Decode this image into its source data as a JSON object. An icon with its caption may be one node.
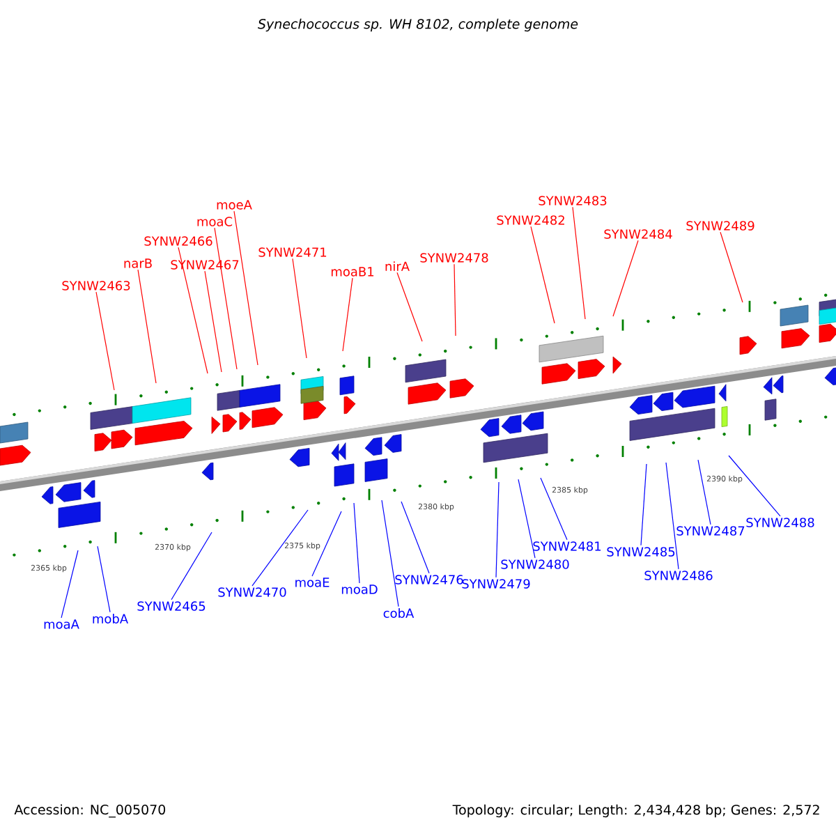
{
  "diagram": {
    "title": "Synechococcus sp. WH 8102, complete genome",
    "nodes": [
      {
        "text": [
          "SYNW2463"
        ]
      },
      {
        "text": [
          "narB"
        ]
      },
      {
        "text": [
          "SYNW2466"
        ]
      },
      {
        "text": [
          "SYNW2467"
        ]
      },
      {
        "text": [
          "moaC"
        ]
      },
      {
        "text": [
          "moeA"
        ]
      },
      {
        "text": [
          "SYNW2471"
        ]
      },
      {
        "text": [
          "moaB1"
        ]
      },
      {
        "text": [
          "nirA"
        ]
      },
      {
        "text": [
          "SYNW2478"
        ]
      },
      {
        "text": [
          "SYNW2482"
        ]
      },
      {
        "text": [
          "SYNW2483"
        ]
      },
      {
        "text": [
          "SYNW2484"
        ]
      },
      {
        "text": [
          "SYNW2489"
        ]
      },
      {
        "text": [
          "moaA"
        ]
      },
      {
        "text": [
          "mobA"
        ]
      },
      {
        "text": [
          "SYNW2465"
        ]
      },
      {
        "text": [
          "SYNW2470"
        ]
      },
      {
        "text": [
          "moaE"
        ]
      },
      {
        "text": [
          "moaD"
        ]
      },
      {
        "text": [
          "cobA"
        ]
      },
      {
        "text": [
          "SYNW2476"
        ]
      },
      {
        "text": [
          "SYNW2479"
        ]
      },
      {
        "text": [
          "SYNW2480"
        ]
      },
      {
        "text": [
          "SYNW2481"
        ]
      },
      {
        "text": [
          "SYNW2485"
        ]
      },
      {
        "text": [
          "SYNW2486"
        ]
      },
      {
        "text": [
          "SYNW2487"
        ]
      },
      {
        "text": [
          "SYNW2488"
        ]
      }
    ],
    "edges": [
      {
        "from": 0,
        "to": null,
        "arrow": "none",
        "color": "#ff0000"
      },
      {
        "from": 1,
        "to": null,
        "arrow": "none",
        "color": "#ff0000"
      },
      {
        "from": 2,
        "to": null,
        "arrow": "none",
        "color": "#ff0000"
      },
      {
        "from": 3,
        "to": null,
        "arrow": "none",
        "color": "#ff0000"
      },
      {
        "from": 4,
        "to": null,
        "arrow": "none",
        "color": "#ff0000"
      },
      {
        "from": 5,
        "to": null,
        "arrow": "none",
        "color": "#ff0000"
      },
      {
        "from": 6,
        "to": null,
        "arrow": "none",
        "color": "#ff0000"
      },
      {
        "from": 7,
        "to": null,
        "arrow": "none",
        "color": "#ff0000"
      },
      {
        "from": 8,
        "to": null,
        "arrow": "none",
        "color": "#ff0000"
      },
      {
        "from": 9,
        "to": null,
        "arrow": "none",
        "color": "#ff0000"
      },
      {
        "from": 10,
        "to": null,
        "arrow": "none",
        "color": "#ff0000"
      },
      {
        "from": 11,
        "to": null,
        "arrow": "none",
        "color": "#ff0000"
      },
      {
        "from": 12,
        "to": null,
        "arrow": "none",
        "color": "#ff0000"
      },
      {
        "from": 13,
        "to": null,
        "arrow": "none",
        "color": "#ff0000"
      },
      {
        "from": 14,
        "to": null,
        "arrow": "none"
      },
      {
        "from": 15,
        "to": null,
        "arrow": "none"
      },
      {
        "from": 16,
        "to": null,
        "arrow": "none"
      },
      {
        "from": 17,
        "to": null,
        "arrow": "none"
      },
      {
        "from": 18,
        "to": null,
        "arrow": "none"
      },
      {
        "from": 19,
        "to": null,
        "arrow": "none"
      },
      {
        "from": 20,
        "to": null,
        "arrow": "none"
      },
      {
        "from": 21,
        "to": null,
        "arrow": "none"
      },
      {
        "from": 22,
        "to": null,
        "arrow": "none"
      },
      {
        "from": 23,
        "to": null,
        "arrow": "none"
      },
      {
        "from": 24,
        "to": null,
        "arrow": "none"
      },
      {
        "from": 25,
        "to": null,
        "arrow": "none"
      },
      {
        "from": 26,
        "to": null,
        "arrow": "none"
      },
      {
        "from": 27,
        "to": null,
        "arrow": "none"
      },
      {
        "from": 28,
        "to": null,
        "arrow": "none"
      }
    ],
    "labels": [
      "2365 kbp",
      "2370 kbp",
      "2375 kbp",
      "2380 kbp",
      "2385 kbp",
      "2390 kbp",
      "Accession: NC_005070",
      "Topology: circular; Length: 2,434,428 bp; Genes: 2,572"
    ]
  }
}
